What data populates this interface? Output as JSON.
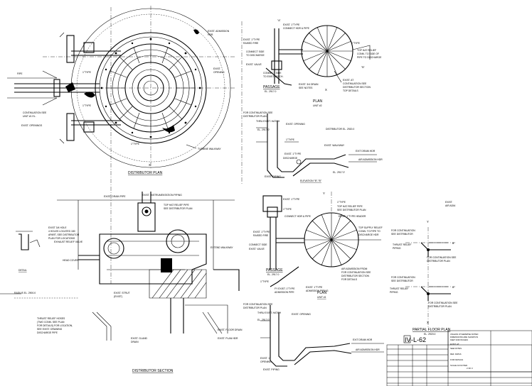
{
  "sheet": {
    "drawing_number": "IV-L-62",
    "drawing_number_prefix": "IV",
    "drawing_number_suffix": "-L-62"
  },
  "views": {
    "distributor_plan": {
      "title": "DISTRIBUTOR PLAN",
      "axis": "X"
    },
    "distributor_section": {
      "title": "DISTRIBUTOR SECTION"
    },
    "detail": {
      "title": "DETAIL"
    },
    "plan_unit_2": {
      "title": "PLAN",
      "subtitle": "UNIT #2",
      "axis": "X"
    },
    "passage_upper": {
      "title": "PASSAGE",
      "subtitle": "EL. 2917.0"
    },
    "elevation_bb": {
      "title": "ELEVATION \"B\"-\"B\""
    },
    "plan_unit_1": {
      "title": "PLAN",
      "subtitle": "UNIT #1",
      "axis": "Y"
    },
    "passage_lower": {
      "title": "PASSAGE",
      "subtitle": "EL. 2917.0"
    },
    "partial_floor_plan": {
      "title": "PARTIAL FLOOR PLAN",
      "subtitle": "EL. 2920.0",
      "axis_x": "X",
      "axis_y": "Y"
    }
  },
  "labels": {
    "exit_drain_hdr": "EXIT DRAIN HDR",
    "air_admission_hdr": "AIR ADMISSION HDR",
    "exit_drain_hdr_lower": "EXIT DRAIN HDR",
    "air_admission_hdr_lower": "AIR ADMISSION HDR",
    "turbine_walkway": "TURBINE WALKWAY",
    "head_cover": "HEAD COVER",
    "exhaust_relief_valve": "EXHAUST RELIEF VALVE",
    "for_continuation_distributor": "FOR CONTINUATION SEE DISTRIBUTOR PLAN",
    "distributor_el": "DISTRIBUTOR EL. 2920.0",
    "for_continuation_lower": "FOR CONTINUATION SEE DISTRIBUTOR PLAN",
    "dwg_ref": "DWG. 3"
  },
  "title_block_note": "UNLESS OTHERWISE NOTED, DIMENSIONS ARE SHOWN IN FEET AND INCHES"
}
